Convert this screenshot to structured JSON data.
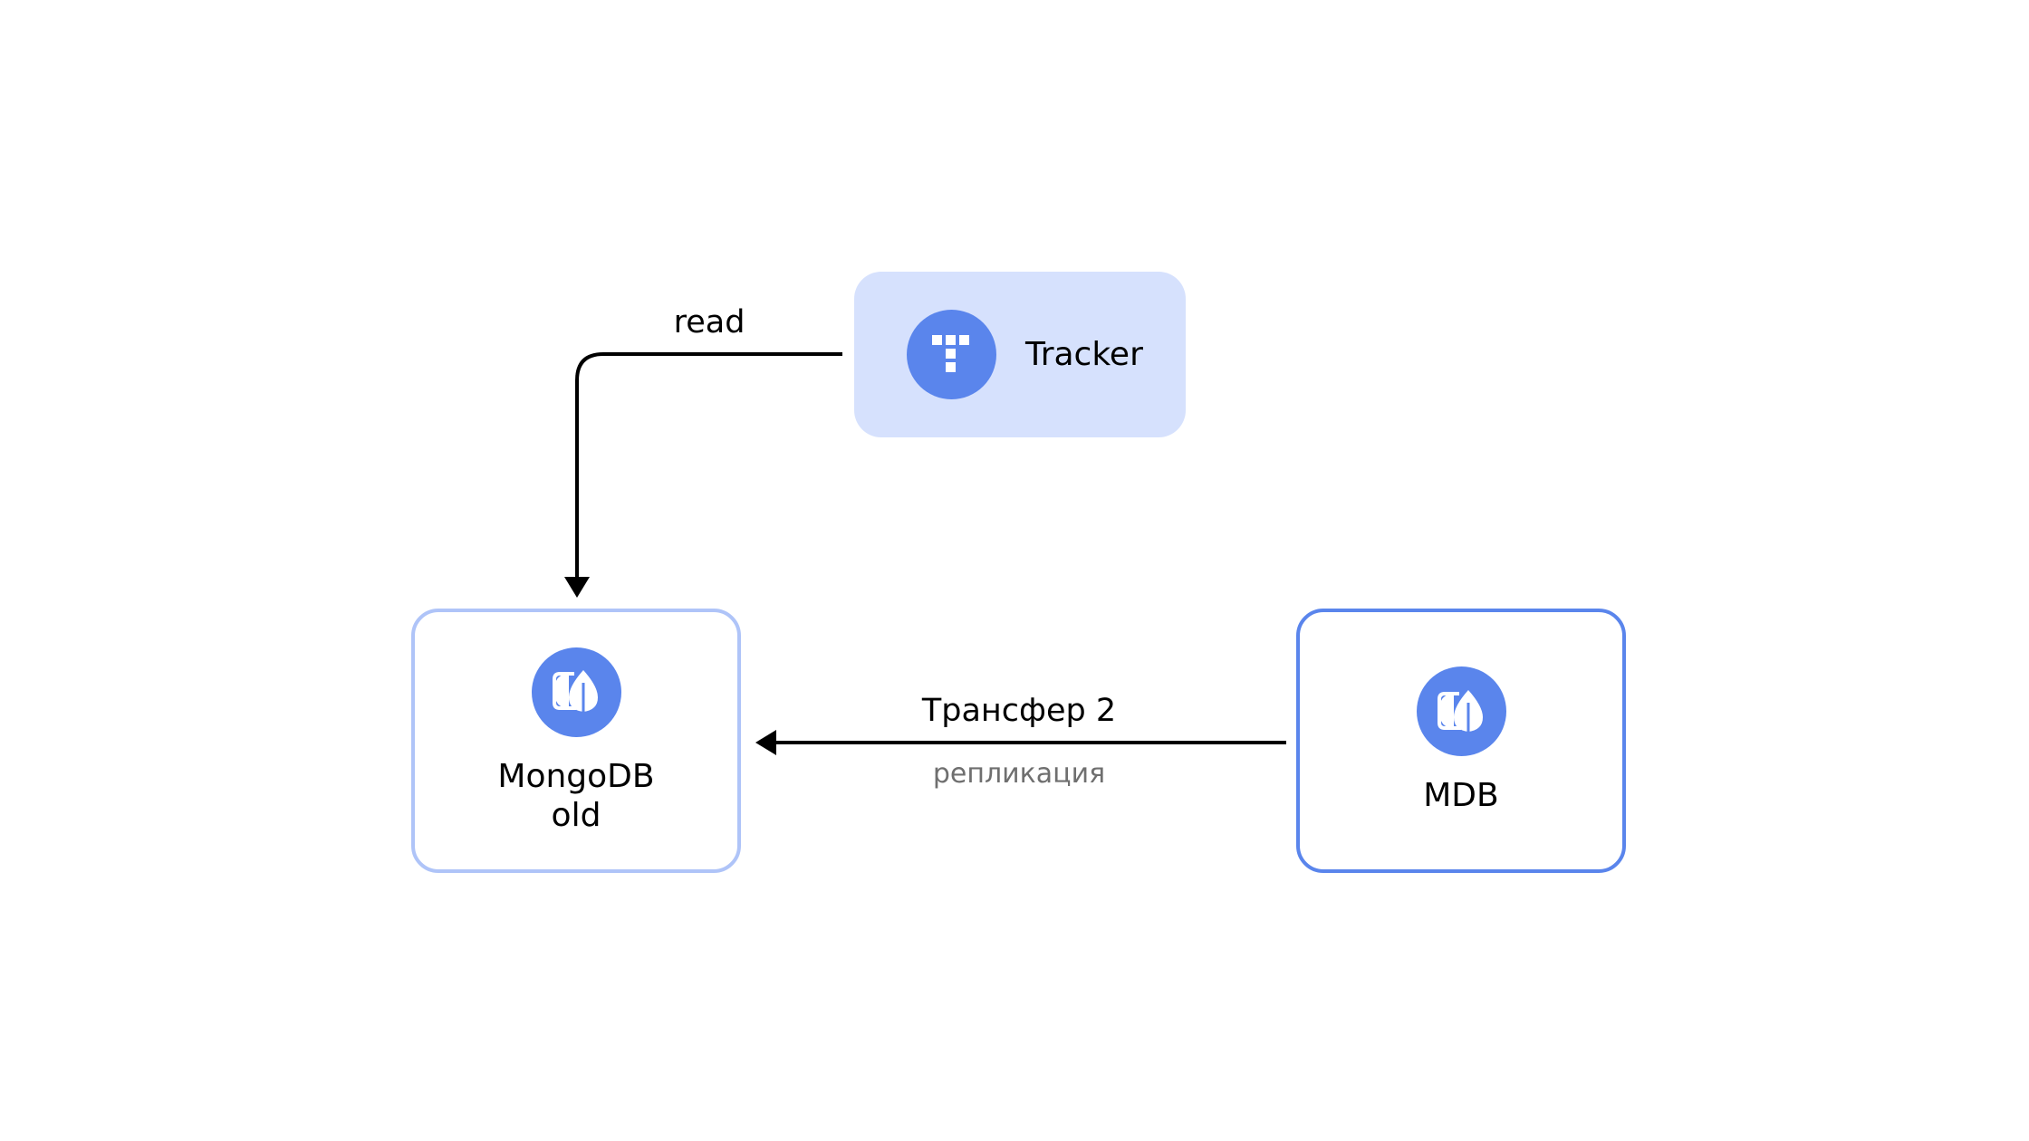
{
  "nodes": {
    "tracker": {
      "label": "Tracker",
      "icon": "tracker-icon"
    },
    "mongodb_old": {
      "label_line1": "MongoDB",
      "label_line2": "old",
      "icon": "mongodb-icon"
    },
    "mdb": {
      "label": "MDB",
      "icon": "mongodb-icon"
    }
  },
  "edges": {
    "read": {
      "label": "read",
      "from": "Tracker",
      "to": "MongoDB old"
    },
    "transfer": {
      "label": "Трансфер 2",
      "sublabel": "репликация",
      "from": "MDB",
      "to": "MongoDB old"
    }
  },
  "colors": {
    "accent": "#5a85ec",
    "tracker_fill": "#d6e1fd",
    "old_border": "#afc4f8",
    "mdb_border": "#5a85ec",
    "sublabel": "#6f6f6f"
  }
}
